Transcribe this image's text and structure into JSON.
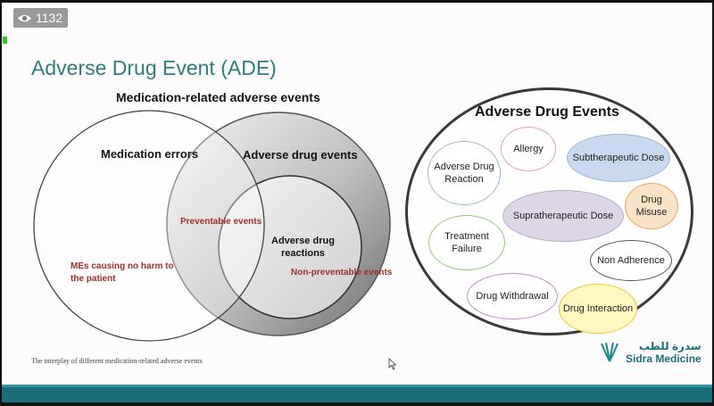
{
  "overlay": {
    "view_count": "1132",
    "eye_icon": "eye-icon"
  },
  "slide": {
    "title": "Adverse Drug Event (ADE)",
    "venn": {
      "heading": "Medication-related adverse events",
      "medication_errors": "Medication errors",
      "adverse_drug_events": "Adverse drug events",
      "preventable_events": "Preventable events",
      "adverse_drug_reactions_line1": "Adverse drug",
      "adverse_drug_reactions_line2": "reactions",
      "non_preventable_events": "Non-preventable events",
      "mes_no_harm_line1": "MEs causing no harm to",
      "mes_no_harm_line2": "the patient",
      "caption": "The interplay of different medication-related adverse events",
      "label_color": "#a0302a"
    },
    "ade_diagram": {
      "title": "Adverse Drug Events",
      "bubbles": [
        {
          "label": "Adverse Drug Reaction",
          "fill": "#ffffff",
          "border": "#9ab8d8"
        },
        {
          "label": "Allergy",
          "fill": "#ffffff",
          "border": "#e8a3a3"
        },
        {
          "label": "Subtherapeutic Dose",
          "fill": "#c9daf0",
          "border": "#9ab8d8"
        },
        {
          "label": "Supratherapeutic Dose",
          "fill": "#dcd6e6",
          "border": "#b4abc6"
        },
        {
          "label": "Drug Misuse",
          "fill": "#fbe3c9",
          "border": "#f0a55a"
        },
        {
          "label": "Treatment Failure",
          "fill": "#ffffff",
          "border": "#8fcc76"
        },
        {
          "label": "Non Adherence",
          "fill": "#ffffff",
          "border": "#555555"
        },
        {
          "label": "Drug Withdrawal",
          "fill": "#ffffff",
          "border": "#c48ad0"
        },
        {
          "label": "Drug Interaction",
          "fill": "#fff8c0",
          "border": "#f0c43a"
        }
      ]
    },
    "logo": {
      "arabic": "سدرة للطب",
      "english": "Sidra Medicine"
    }
  }
}
